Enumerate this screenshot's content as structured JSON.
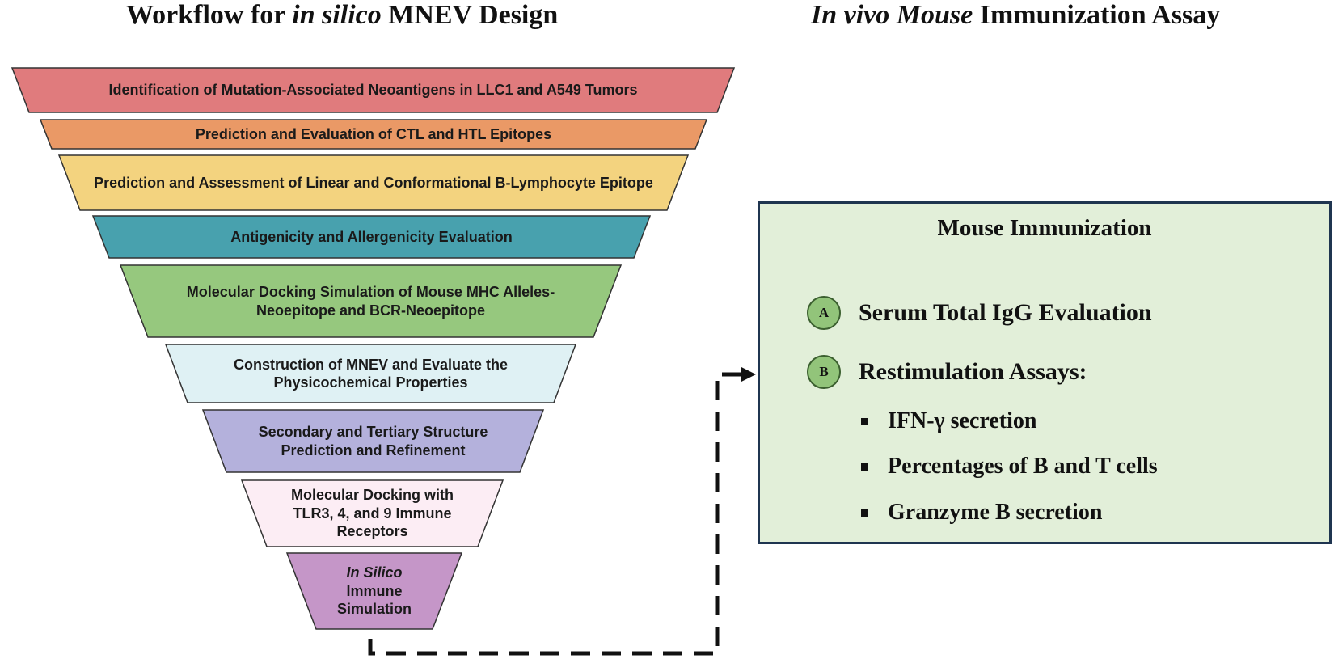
{
  "titles": {
    "left_prefix": "Workflow for ",
    "left_italic": "in silico",
    "left_suffix": " MNEV Design",
    "right_italic": "In vivo Mouse",
    "right_suffix": " Immunization Assay"
  },
  "funnel_layers": [
    {
      "text": "Identification of Mutation-Associated Neoantigens in LLC1 and A549 Tumors",
      "color": "#e07b7d"
    },
    {
      "text": "Prediction and Evaluation of CTL and HTL Epitopes",
      "color": "#ea9966"
    },
    {
      "text": "Prediction and Assessment of Linear and Conformational B-Lymphocyte Epitope",
      "color": "#f3d37f"
    },
    {
      "text": "Antigenicity and Allergenicity Evaluation",
      "color": "#48a1ae"
    },
    {
      "text": "Molecular Docking Simulation of Mouse MHC Alleles-Neoepitope and BCR-Neoepitope",
      "color": "#96c87e"
    },
    {
      "text": "Construction of MNEV and Evaluate the Physicochemical Properties",
      "color": "#dff1f4"
    },
    {
      "text": "Secondary and Tertiary Structure Prediction and Refinement",
      "color": "#b4b1dc"
    },
    {
      "text": "Molecular Docking with TLR3, 4, and 9 Immune Receptors",
      "color": "#fcedf4"
    },
    {
      "text_italic": "In Silico",
      "text": "Immune Simulation",
      "color": "#c596c8"
    }
  ],
  "panel": {
    "title": "Mouse Immunization",
    "items": [
      {
        "badge": "A",
        "label": "Serum Total IgG Evaluation"
      },
      {
        "badge": "B",
        "label": "Restimulation Assays:"
      }
    ],
    "bullets": [
      "IFN-γ secretion",
      "Percentages of B and T cells",
      "Granzyme B secretion"
    ]
  },
  "colors": {
    "panel_bg": "#e2efd9",
    "panel_border": "#1f3550",
    "badge_fill": "#92c47a"
  }
}
